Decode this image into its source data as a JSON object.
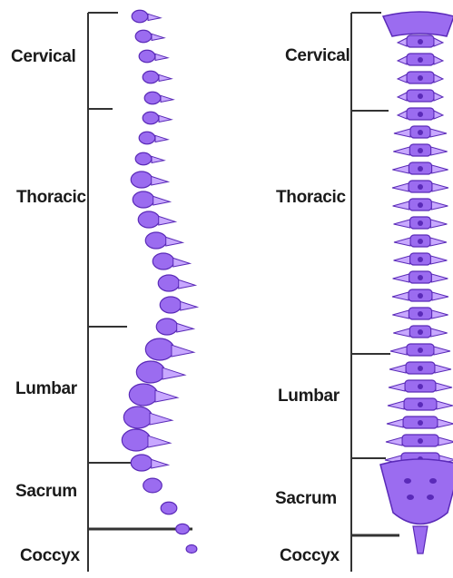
{
  "left_spine": {
    "labels": {
      "cervical": "Cervical",
      "thoracic": "Thoracic",
      "lumbar": "Lumbar",
      "sacrum": "Sacrum",
      "coccyx": "Coccyx"
    }
  },
  "right_spine": {
    "labels": {
      "cervical": "Cervical",
      "thoracic": "Thoracic",
      "lumbar": "Lumbar",
      "sacrum": "Sacrum",
      "coccyx": "Coccyx"
    }
  },
  "colors": {
    "bone": "#9b6cf0",
    "bone_dark": "#5a2ab8",
    "bone_light": "#c8a8ff",
    "bracket": "#333333"
  }
}
